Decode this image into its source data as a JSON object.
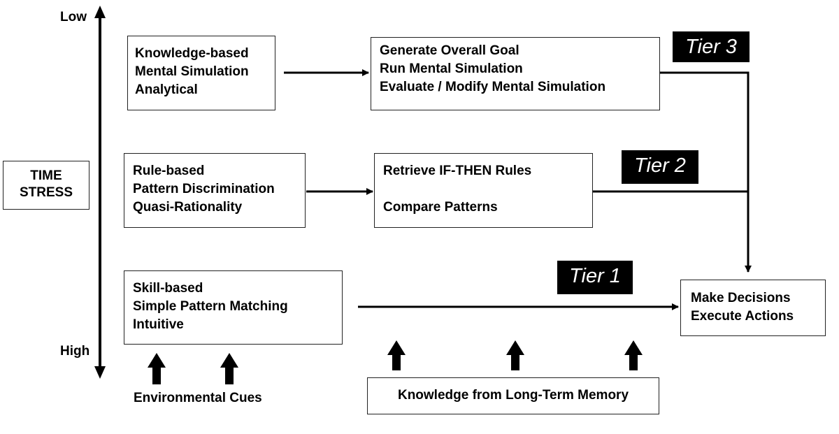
{
  "axis": {
    "low_label": "Low",
    "high_label": "High",
    "title_line1": "TIME",
    "title_line2": "STRESS"
  },
  "tier3": {
    "label": "Tier 3",
    "mode": [
      "Knowledge-based",
      "Mental Simulation",
      "Analytical"
    ],
    "process": [
      "Generate Overall Goal",
      "Run Mental Simulation",
      "Evaluate / Modify Mental Simulation"
    ]
  },
  "tier2": {
    "label": "Tier 2",
    "mode": [
      "Rule-based",
      "Pattern Discrimination",
      "Quasi-Rationality"
    ],
    "process": [
      "Retrieve IF-THEN Rules",
      "Compare Patterns"
    ]
  },
  "tier1": {
    "label": "Tier 1",
    "mode": [
      "Skill-based",
      "Simple Pattern Matching",
      "Intuitive"
    ]
  },
  "outcome": [
    "Make Decisions",
    "Execute Actions"
  ],
  "inputs": {
    "environmental": "Environmental Cues",
    "memory": "Knowledge from Long-Term Memory"
  }
}
